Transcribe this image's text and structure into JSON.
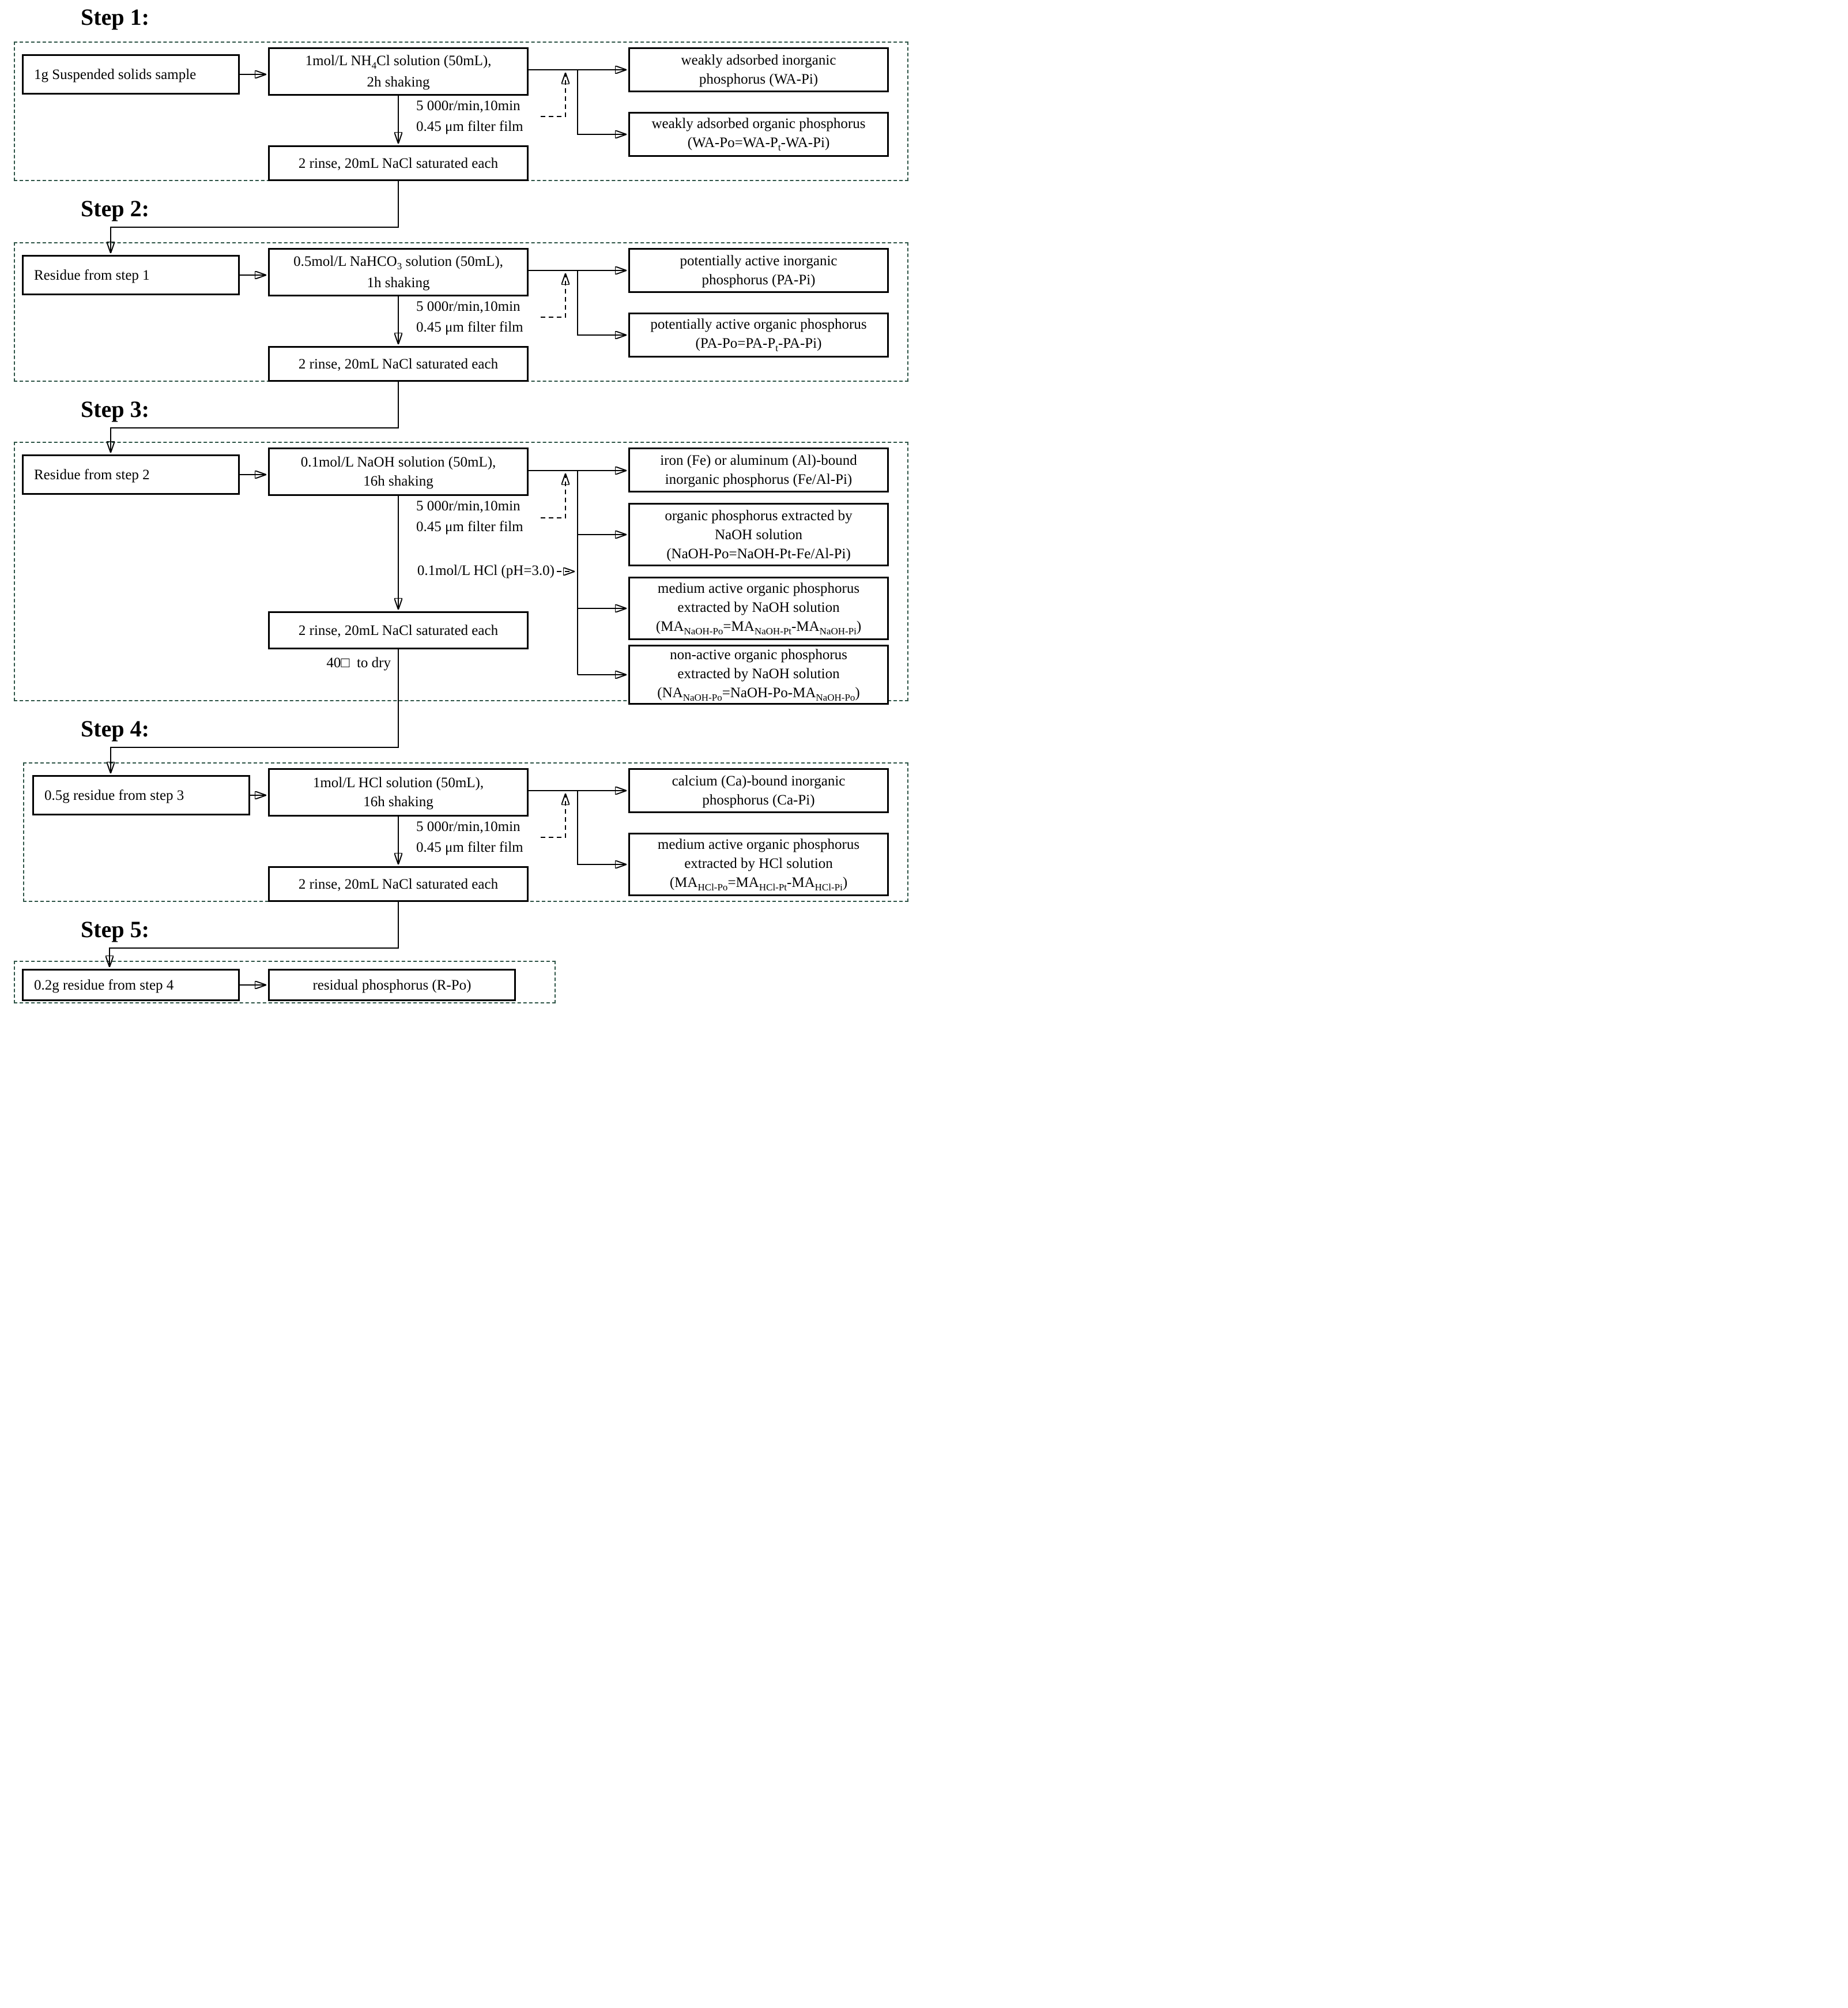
{
  "steps": [
    {
      "label": "Step 1:",
      "input": "1g Suspended solids sample",
      "solution": [
        "1mol/L NH_{4}Cl solution (50mL),",
        "2h shaking"
      ],
      "centrifuge": [
        "5 000r/min,10min",
        "0.45 μm filter film"
      ],
      "rinse": "2 rinse, 20mL NaCl saturated each",
      "outputs": [
        [
          "weakly adsorbed inorganic",
          "phosphorus (WA-Pi)"
        ],
        [
          "weakly adsorbed organic phosphorus",
          "(WA-Po=WA-P_{t}-WA-Pi)"
        ]
      ]
    },
    {
      "label": "Step 2:",
      "input": "Residue from step 1",
      "solution": [
        "0.5mol/L NaHCO_{3} solution (50mL),",
        "1h shaking"
      ],
      "centrifuge": [
        "5 000r/min,10min",
        "0.45 μm filter film"
      ],
      "rinse": "2 rinse, 20mL NaCl saturated each",
      "outputs": [
        [
          "potentially active inorganic",
          "phosphorus (PA-Pi)"
        ],
        [
          "potentially active organic phosphorus",
          "(PA-Po=PA-P_{t}-PA-Pi)"
        ]
      ]
    },
    {
      "label": "Step 3:",
      "input": "Residue from step 2",
      "solution": [
        "0.1mol/L NaOH solution (50mL),",
        "16h shaking"
      ],
      "centrifuge": [
        "5 000r/min,10min",
        "0.45 μm filter film"
      ],
      "acidify_note": "0.1mol/L HCl (pH=3.0)",
      "rinse": "2 rinse, 20mL NaCl saturated each",
      "dry_note": "40□  to dry",
      "outputs": [
        [
          "iron (Fe) or aluminum (Al)-bound",
          "inorganic phosphorus (Fe/Al-Pi)"
        ],
        [
          "organic phosphorus extracted by",
          "NaOH solution",
          "(NaOH-Po=NaOH-Pt-Fe/Al-Pi)"
        ],
        [
          "medium active organic phosphorus",
          "extracted by NaOH solution",
          "(MA_{NaOH-Po}=MA_{NaOH-Pt}-MA_{NaOH-Pi})"
        ],
        [
          "non-active organic phosphorus",
          "extracted by NaOH solution",
          "(NA_{NaOH-Po}=NaOH-Po-MA_{NaOH-Po})"
        ]
      ]
    },
    {
      "label": "Step 4:",
      "input": "0.5g residue from step 3",
      "solution": [
        "1mol/L HCl solution (50mL),",
        "16h shaking"
      ],
      "centrifuge": [
        "5 000r/min,10min",
        "0.45 μm filter film"
      ],
      "rinse": "2 rinse, 20mL NaCl saturated each",
      "outputs": [
        [
          "calcium (Ca)-bound inorganic",
          "phosphorus (Ca-Pi)"
        ],
        [
          "medium active organic phosphorus",
          "extracted by HCl solution",
          "(MA_{HCl-Po}=MA_{HCl-Pt}-MA_{HCl-Pi})"
        ]
      ]
    },
    {
      "label": "Step 5:",
      "input": "0.2g residue from step 4",
      "outputs": [
        [
          "residual phosphorus (R-Po)"
        ]
      ]
    }
  ],
  "colors": {
    "container_dash": "#2c5345",
    "line": "#000000",
    "text": "#000000",
    "background": "#ffffff"
  }
}
